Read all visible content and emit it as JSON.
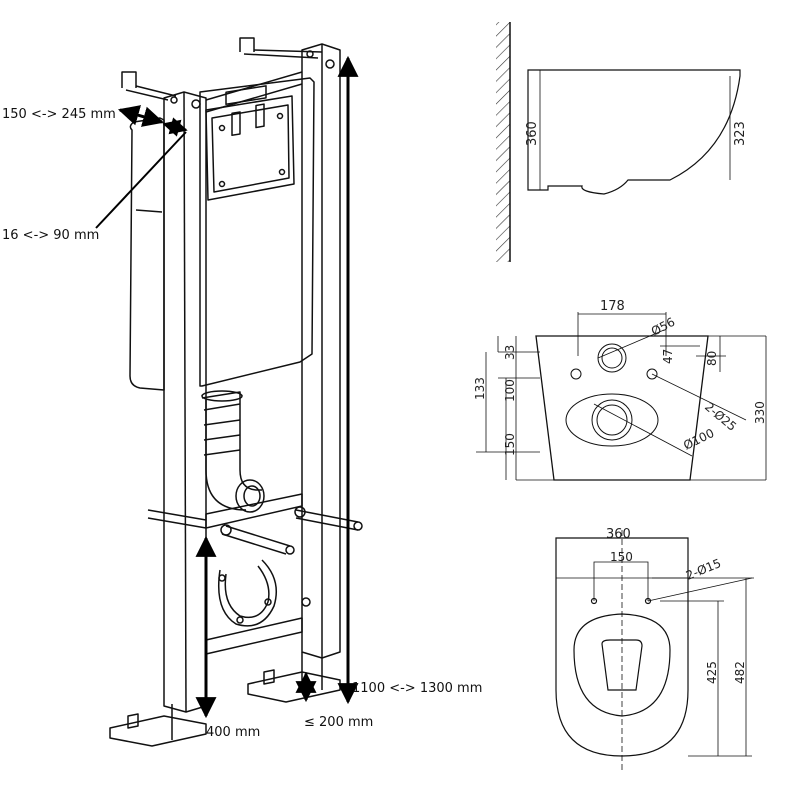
{
  "frame_labels": {
    "depth_adjust": "150 <-> 245 mm",
    "wall_adjust": "16 <-> 90 mm",
    "height_adjust": "1100 <-> 1300 mm",
    "bottom_height": "400 mm",
    "foot_height": "≤ 200 mm"
  },
  "side_view": {
    "height": "360",
    "bowl_height": "323"
  },
  "rear_view": {
    "width_top": "178",
    "outlet_diameter": "Ø56",
    "dim_47": "47",
    "dim_80": "80",
    "dim_33": "33",
    "dim_133": "133",
    "dim_100": "100",
    "dim_150": "150",
    "bolt_holes": "2-Ø25",
    "height": "330",
    "pipe_diameter": "Ø100"
  },
  "top_view": {
    "width": "360",
    "hole_spacing": "150",
    "holes": "2-Ø15",
    "length_inner": "425",
    "length_total": "482"
  }
}
